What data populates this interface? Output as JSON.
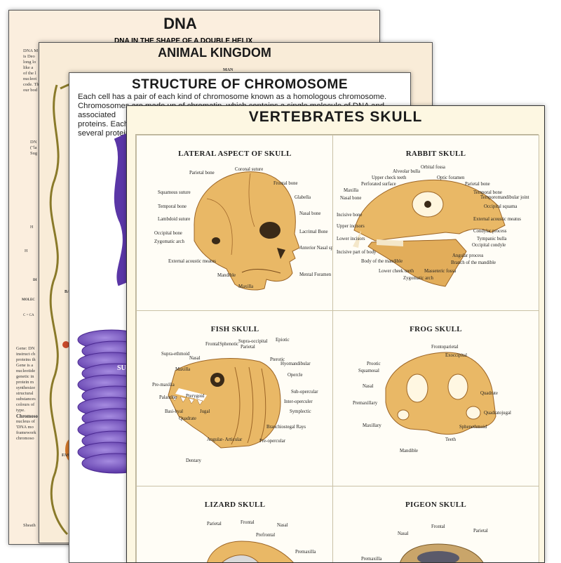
{
  "posters": {
    "dna": {
      "title": "DNA",
      "subtitle": "DNA IN THE SHAPE OF A DOUBLE HELIX",
      "fragments": [
        "DNA M",
        "is Deo",
        "long lo",
        "like a",
        "of the l",
        "nucleot",
        "code. Th",
        "our bod",
        "DN",
        "(\"la",
        "Sug",
        "H",
        "H",
        "DI",
        "MOLEC",
        "C = CA",
        "Gene: DN",
        "instruct ch",
        "proteins th",
        "Gene is a",
        "nucleotide",
        "genetic in",
        "protein m",
        "synthesize",
        "structural",
        "substances",
        "colours of",
        "type.",
        "Chromoso",
        "nucleus of",
        "'DNA mo",
        "framework",
        "chromoso",
        "Sheath"
      ]
    },
    "animal": {
      "title": "ANIMAL KINGDOM",
      "fragments": [
        "MAN",
        "BA",
        "FAS"
      ]
    },
    "chromosome": {
      "title": "STRUCTURE OF CHROMOSOME",
      "body_line1": "Each cell has a pair of each kind of chromosome known as a homologous chromosome.",
      "body_line2": "Chromosomes are made up of chromatin, which contains a single molecule of DNA and associated",
      "body_line3": "proteins. Each",
      "body_line4": "several protein",
      "fragment": "SU"
    },
    "vertebrates": {
      "title": "VERTEBRATES SKULL",
      "panels": {
        "lateral": {
          "heading": "LATERAL ASPECT OF SKULL",
          "labels": [
            "Parietal bone",
            "Coronal suture",
            "Frontal bone",
            "Squamous suture",
            "Glabella",
            "Temporal bone",
            "Nasal bone",
            "Lambdoid suture",
            "Occipital bone",
            "Lacrimal Bone",
            "Zygomatic arch",
            "Anterior Nasal spine",
            "External acoustic meatus",
            "Mandible",
            "Mental Foramen",
            "Maxilla"
          ]
        },
        "rabbit": {
          "heading": "RABBIT SKULL",
          "labels": [
            "Orbital fossa",
            "Alveolar bulla",
            "Optic foramen",
            "Upper check teeth",
            "Perforated surface",
            "Parietal bone",
            "Maxilla",
            "Temporal bone",
            "Nasal bone",
            "Temporomandibular joint",
            "Occipital squama",
            "Incisive bone",
            "External acoustic meatus",
            "Upper incisors",
            "Condylar process",
            "Lower incisors",
            "Tympanic bulla",
            "Occipital condyle",
            "Incisive part of body",
            "Angular process",
            "Body of the mandible",
            "Branch of the mandible",
            "Lower cheek teeth",
            "Masseteric fossa",
            "Zygomatic arch"
          ]
        },
        "fish": {
          "heading": "FISH SKULL",
          "labels": [
            "Epiotic",
            "Supra-occipital",
            "Frontal",
            "Sphenotic",
            "Parietal",
            "Supra-ethmoid",
            "Pterotic",
            "Nasal",
            "Hyomandibular",
            "Maxilla",
            "Opercle",
            "Pre-maxilla",
            "Palantine",
            "Pterygoid",
            "Sub-opercular",
            "Inter-operculer",
            "Basi-hyal",
            "Jugal",
            "Symplectic",
            "Quadrate",
            "Branchiostegal Rays",
            "Angular- Articular",
            "Pre-opercular",
            "Dentary"
          ]
        },
        "frog": {
          "heading": "FROG SKULL",
          "labels": [
            "Frontoparietal",
            "Exoccipital",
            "Prootic",
            "Squamosal",
            "Nasal",
            "Quadrate",
            "Premaxillary",
            "Quadratojugal",
            "Sphenethmoid",
            "Maxillary",
            "Teeth",
            "Mandible"
          ]
        },
        "lizard": {
          "heading": "LIZARD SKULL",
          "labels": [
            "Parietal",
            "Frontal",
            "Prefrontal",
            "Nasal",
            "Premaxilla"
          ]
        },
        "pigeon": {
          "heading": "PIGEON SKULL",
          "labels": [
            "Frontal",
            "Parietal",
            "Nasal",
            "Premaxilla"
          ]
        }
      }
    }
  },
  "colors": {
    "bone": "#e9b866",
    "bone_dark": "#b9782c",
    "purple": "#6d49b8",
    "cream": "#fdf7e2"
  }
}
